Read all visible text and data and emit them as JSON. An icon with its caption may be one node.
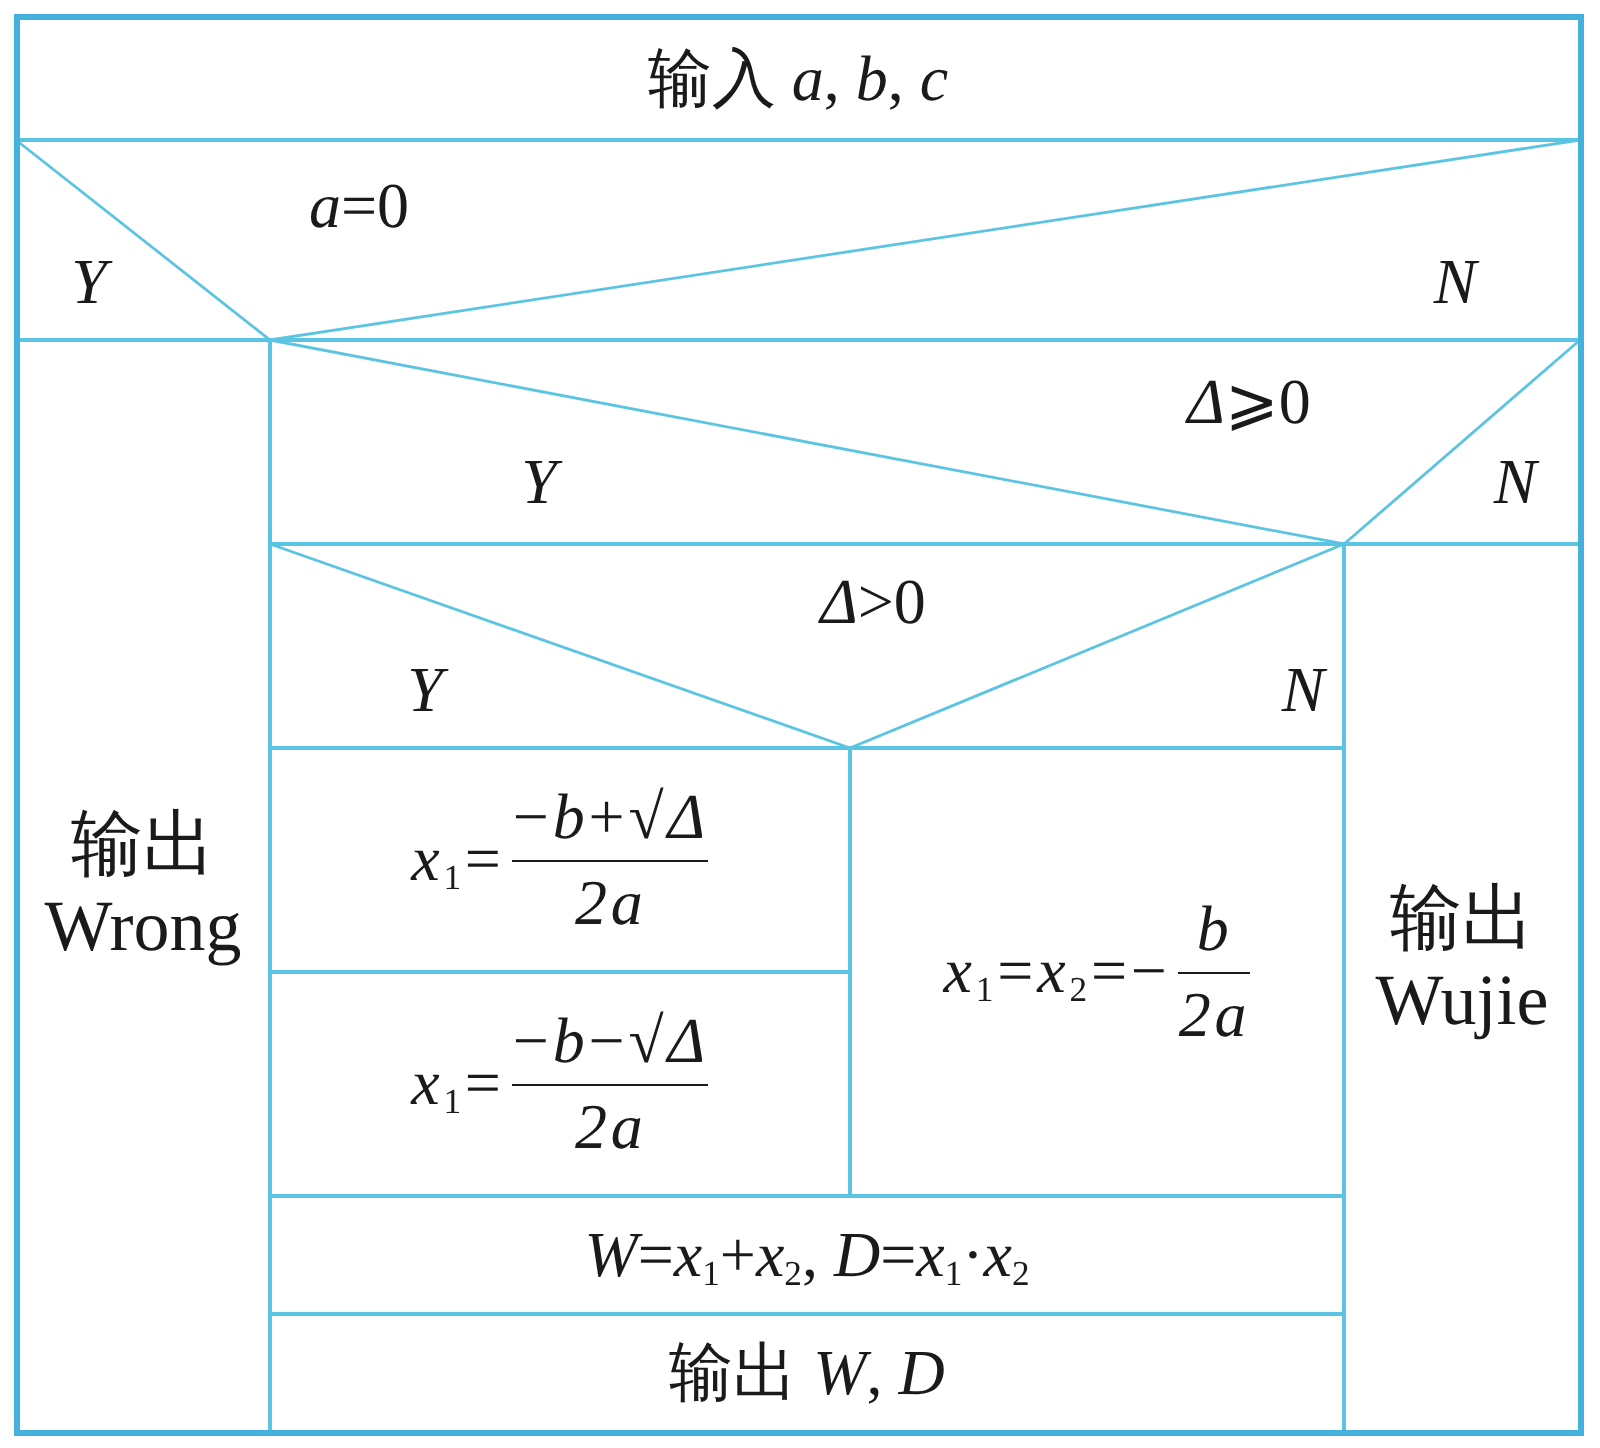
{
  "diagram": {
    "nodes": [
      {
        "text": [
          "输入 *a*, *b*, *c*"
        ]
      },
      {
        "text": [
          "*a*=0",
          "Y",
          "N"
        ]
      },
      {
        "text": [
          "输出 Wrong"
        ]
      },
      {
        "text": [
          "*Δ*⩾0",
          "Y",
          "N"
        ]
      },
      {
        "text": [
          "*Δ*>0",
          "Y",
          "N"
        ]
      },
      {
        "text": [
          "输出 Wujie"
        ]
      },
      {
        "text": [
          "*x*$_{1}$=",
          "−*b*+√*Δ*",
          "2a"
        ]
      },
      {
        "text": [
          "*x*$_{1}$=*x*$_{2}$=−",
          "b",
          "2a"
        ]
      },
      {
        "text": [
          "*x*$_{1}$=",
          "−*b*−√*Δ*",
          "2a"
        ]
      },
      {
        "text": [
          "*W*=*x*$_{1}$+*x*$_{2}$, *D*=*x*$_{1}$·*x*$_{2}$"
        ]
      },
      {
        "text": [
          "输出 *W*, *D*"
        ]
      }
    ]
  }
}
